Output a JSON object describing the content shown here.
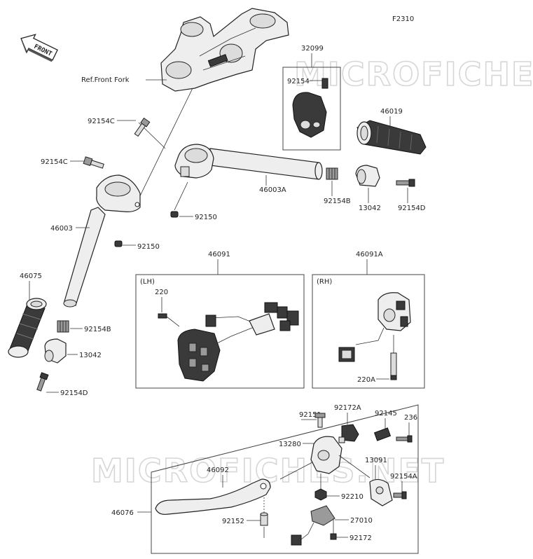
{
  "diagram_code": "F2310",
  "front_label": "FRONT",
  "watermark": "MICROFICHES.NET",
  "reference_label": "Ref.Front Fork",
  "box_labels": {
    "lh": "(LH)",
    "rh": "(RH)"
  },
  "parts": {
    "p32099": "32099",
    "p92154": "92154",
    "p46019": "46019",
    "p92154c_a": "92154C",
    "p92154c_b": "92154C",
    "p46003a": "46003A",
    "p92154b_a": "92154B",
    "p13042_a": "13042",
    "p92154d_a": "92154D",
    "p92150_a": "92150",
    "p46003": "46003",
    "p92150_b": "92150",
    "p46075": "46075",
    "p92154b_b": "92154B",
    "p13042_b": "13042",
    "p92154d_b": "92154D",
    "p46091": "46091",
    "p46091a": "46091A",
    "p220": "220",
    "p220a": "220A",
    "p92151": "92151",
    "p92172a": "92172A",
    "p92145": "92145",
    "p236": "236",
    "p13280": "13280",
    "p13091": "13091",
    "p46092": "46092",
    "p92154a": "92154A",
    "p92210": "92210",
    "p46076": "46076",
    "p92152": "92152",
    "p27010": "27010",
    "p92172": "92172"
  }
}
